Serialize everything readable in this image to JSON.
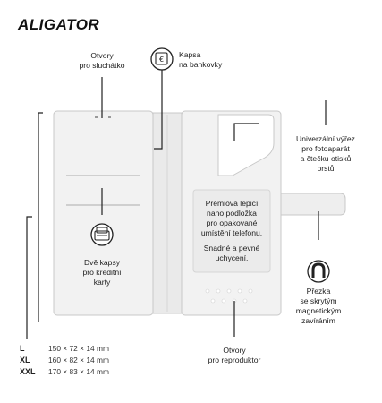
{
  "brand": {
    "name": "ALIGATOR",
    "logo_color": "#111111"
  },
  "callouts": {
    "earpiece_holes": [
      "Otvory",
      "pro sluchátko"
    ],
    "money_pocket": [
      "Kapsa",
      "na bankovky"
    ],
    "universal_cutout": [
      "Univerzální výřez",
      "pro fotoaparát",
      "a čtečku otisků",
      "prstů"
    ],
    "card_pockets": [
      "Dvě kapsy",
      "pro kreditní",
      "karty"
    ],
    "adhesive_pad": [
      "Prémiová lepicí",
      "nano podložka",
      "pro opakované",
      "umístění telefonu."
    ],
    "adhesive_pad_note": [
      "Snadné a pevné",
      "uchycení."
    ],
    "magnetic_strap": [
      "Přezka",
      "se skrytým",
      "magnetickým",
      "zavíráním"
    ],
    "speaker_holes": [
      "Otvory",
      "pro reproduktor"
    ]
  },
  "icons": {
    "money_pocket": "euro-wallet-icon",
    "card_pockets": "card-wallet-icon",
    "magnetic_strap": "magnet-icon"
  },
  "sizes": [
    {
      "code": "L",
      "dims": "150 × 72 × 14 mm"
    },
    {
      "code": "XL",
      "dims": "160 × 82 × 14 mm"
    },
    {
      "code": "XXL",
      "dims": "170 × 83 × 14 mm"
    }
  ],
  "colors": {
    "case_fill": "#f2f2f2",
    "case_stroke": "#c8c8c8",
    "line": "#222222"
  }
}
